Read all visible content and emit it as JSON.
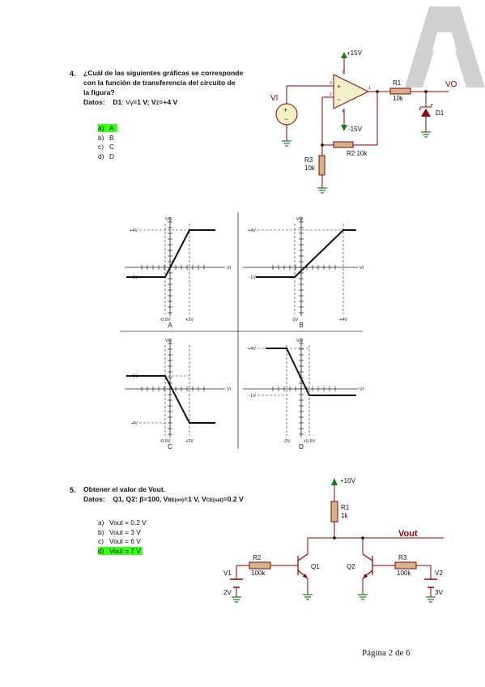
{
  "watermark": {
    "color": "#cfcfcf"
  },
  "q4": {
    "number": "4.",
    "text_line1": "¿Cuál de las siguientes gráficas se corresponde",
    "text_line2": "con la función de transferencia del circuito de",
    "text_line3": "la figura?",
    "datos_label": "Datos:",
    "datos_d1": "D1",
    "datos_v1": ": V",
    "datos_v1_sub": "γ",
    "datos_v1_val": "=1 V; V",
    "datos_v2_sub": "Z",
    "datos_v2_val": "=+4 V",
    "options": [
      {
        "letter": "a)",
        "text": "A",
        "correct": true
      },
      {
        "letter": "b)",
        "text": "B",
        "correct": false
      },
      {
        "letter": "c)",
        "text": "C",
        "correct": false
      },
      {
        "letter": "d)",
        "text": "D",
        "correct": false
      }
    ],
    "circuit": {
      "vplus": "+15V",
      "vminus": "-15V",
      "vi": "VI",
      "vo": "VO",
      "r1": "R1",
      "r1_val": "10k",
      "r2": "R2",
      "r2_val": "10k",
      "r3": "R3",
      "r3_val": "10k",
      "d1": "D1",
      "pin3": "3",
      "pin2": "2",
      "pin1": "1",
      "pin7": "7",
      "pin4": "4"
    },
    "graphs": {
      "vo_label": "VO",
      "vi_label": "VI",
      "A": {
        "label": "A",
        "ytop": "+4V",
        "ybot": "-1V",
        "x1": "-0,5V",
        "x2": "+2V"
      },
      "B": {
        "label": "B",
        "ytop": "+4V",
        "ybot": "-1V",
        "x1": "-1V",
        "x2": "+4V"
      },
      "C": {
        "label": "C",
        "ytop": "+1V",
        "ybot": "-4V",
        "x1": "-0,5V",
        "x2": "+2V"
      },
      "D": {
        "label": "D",
        "ytop": "+4V",
        "ybot": "-1V",
        "x1": "-2V",
        "x2": "+0,5V"
      }
    }
  },
  "q5": {
    "number": "5.",
    "text": "Obtener el valor de Vout.",
    "datos_label": "Datos:",
    "datos_a": "Q1, Q2: β=100, V",
    "datos_sub1": "BE(on)",
    "datos_b": "=1 V, V",
    "datos_sub2": "CE(sat)",
    "datos_c": "=0.2 V",
    "options": [
      {
        "letter": "a)",
        "text": "Vout = 0.2 V",
        "correct": false
      },
      {
        "letter": "b)",
        "text": "Vout = 3 V",
        "correct": false
      },
      {
        "letter": "c)",
        "text": "Vout = 6 V",
        "correct": false
      },
      {
        "letter": "d)",
        "text": "Vout = 7 V",
        "correct": true
      }
    ],
    "circuit": {
      "vcc": "+10V",
      "r1": "R1",
      "r1_val": "1k",
      "vout": "Vout",
      "r2": "R2",
      "r2_val": "100k",
      "r3": "R3",
      "r3_val": "100k",
      "q1": "Q1",
      "q2": "Q2",
      "v1": "V1",
      "v1_val": "2V",
      "v2": "V2",
      "v2_val": "3V"
    }
  },
  "footer": {
    "page": "Página 2 de 6"
  }
}
